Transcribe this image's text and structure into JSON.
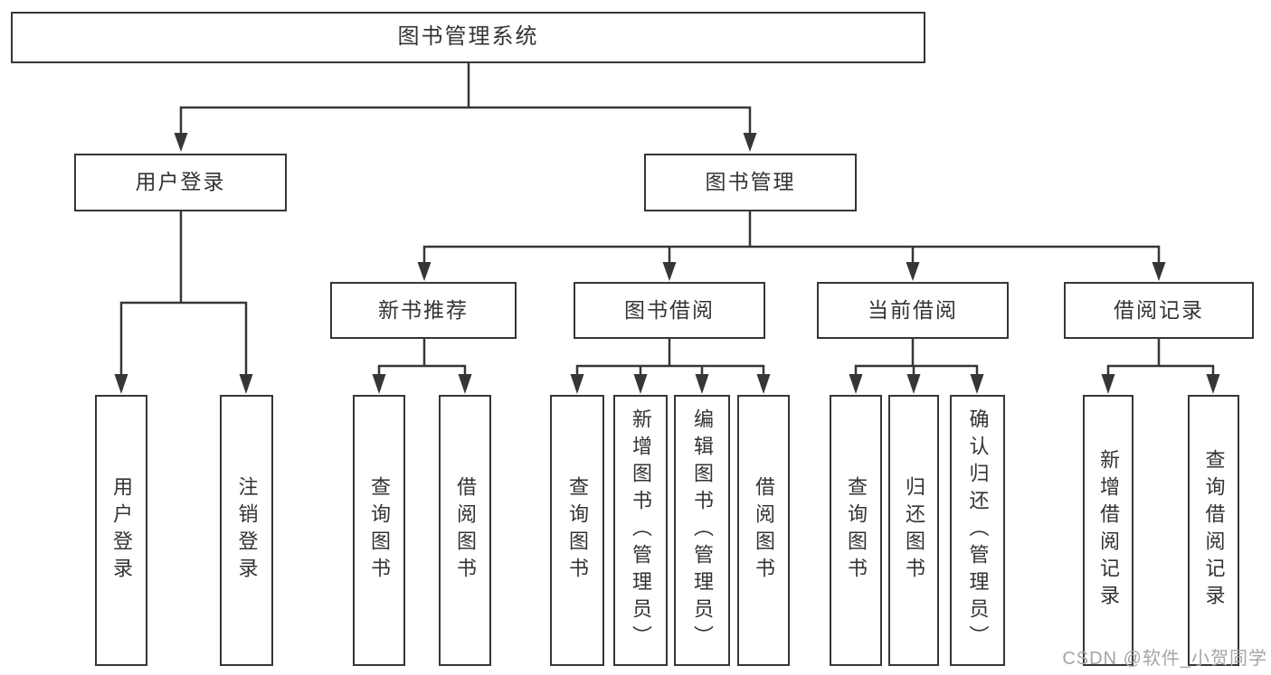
{
  "diagram": {
    "root": {
      "label": "图书管理系统"
    },
    "level2": [
      {
        "label": "用户登录",
        "parent": "图书管理系统"
      },
      {
        "label": "图书管理",
        "parent": "图书管理系统"
      }
    ],
    "level3": [
      {
        "label": "新书推荐",
        "parent": "图书管理"
      },
      {
        "label": "图书借阅",
        "parent": "图书管理"
      },
      {
        "label": "当前借阅",
        "parent": "图书管理"
      },
      {
        "label": "借阅记录",
        "parent": "图书管理"
      }
    ],
    "leaves": [
      {
        "label": "用户登录",
        "parent": "用户登录"
      },
      {
        "label": "注销登录",
        "parent": "用户登录"
      },
      {
        "label": "查询图书",
        "parent": "新书推荐"
      },
      {
        "label": "借阅图书",
        "parent": "新书推荐"
      },
      {
        "label": "查询图书",
        "parent": "图书借阅"
      },
      {
        "label": "新增图书（管理员）",
        "parent": "图书借阅"
      },
      {
        "label": "编辑图书（管理员）",
        "parent": "图书借阅"
      },
      {
        "label": "借阅图书",
        "parent": "图书借阅"
      },
      {
        "label": "查询图书",
        "parent": "当前借阅"
      },
      {
        "label": "归还图书",
        "parent": "当前借阅"
      },
      {
        "label": "确认归还（管理员）",
        "parent": "当前借阅"
      },
      {
        "label": "新增借阅记录",
        "parent": "借阅记录"
      },
      {
        "label": "查询借阅记录",
        "parent": "借阅记录"
      }
    ]
  },
  "watermark": {
    "text": "CSDN @软件_小贺同学"
  },
  "colors": {
    "line": "#363636",
    "text": "#333333",
    "box_background": "#ffffff",
    "page_background": "#ffffff",
    "watermark": "#a2a6ab"
  }
}
